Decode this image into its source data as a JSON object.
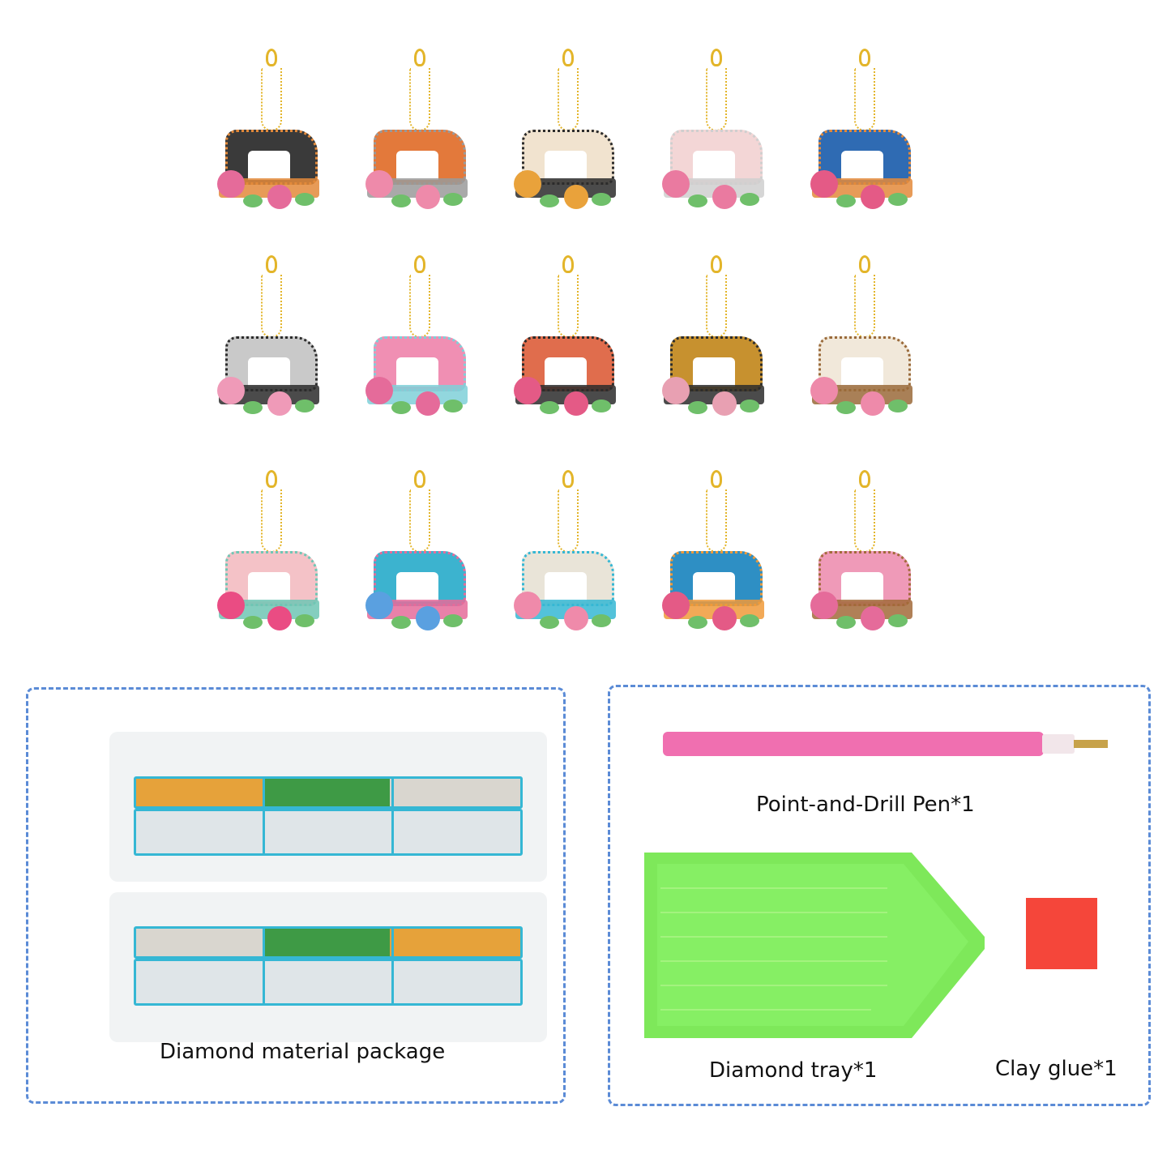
{
  "keychains": {
    "count": 15,
    "rows": [
      [
        {
          "machine_color": "#3a3a3a",
          "accent": "#e38a3b",
          "flower": "#e56b9a"
        },
        {
          "machine_color": "#e3793b",
          "accent": "#9a9a9a",
          "flower": "#ee8aaa"
        },
        {
          "machine_color": "#f1e3cf",
          "accent": "#2c2c2c",
          "flower": "#e9a23b"
        },
        {
          "machine_color": "#f3d6d6",
          "accent": "#cfcfcf",
          "flower": "#ea7aa0"
        },
        {
          "machine_color": "#2f6bb3",
          "accent": "#e38a3b",
          "flower": "#e45a86"
        }
      ],
      [
        {
          "machine_color": "#c9c9c9",
          "accent": "#2c2c2c",
          "flower": "#ef9ab8"
        },
        {
          "machine_color": "#f08fb3",
          "accent": "#7fd0d8",
          "flower": "#e56b9a"
        },
        {
          "machine_color": "#e06d4d",
          "accent": "#2c2c2c",
          "flower": "#e45a86"
        },
        {
          "machine_color": "#c7912f",
          "accent": "#2c2c2c",
          "flower": "#e8a0b2"
        },
        {
          "machine_color": "#f1e8da",
          "accent": "#9a6a3a",
          "flower": "#ee8aaa"
        }
      ],
      [
        {
          "machine_color": "#f4c2c7",
          "accent": "#6fc6b4",
          "flower": "#ea4c83"
        },
        {
          "machine_color": "#3cb3cf",
          "accent": "#e56b9a",
          "flower": "#5aa0e0"
        },
        {
          "machine_color": "#e9e4d8",
          "accent": "#35b7d4",
          "flower": "#ef8aaa"
        },
        {
          "machine_color": "#2e8fc4",
          "accent": "#f09a3a",
          "flower": "#e45a86"
        },
        {
          "machine_color": "#ef9ab8",
          "accent": "#a26a3a",
          "flower": "#e56b9a"
        }
      ]
    ]
  },
  "panels": {
    "left": {
      "caption": "Diamond material package",
      "border_color": "#5b8bd6"
    },
    "right": {
      "pen_caption": "Point-and-Drill Pen*1",
      "tray_caption": "Diamond tray*1",
      "glue_caption": "Clay glue*1",
      "pen_color": "#f06fb0",
      "tray_color": "#7ee85a",
      "glue_color": "#f5463a"
    }
  }
}
